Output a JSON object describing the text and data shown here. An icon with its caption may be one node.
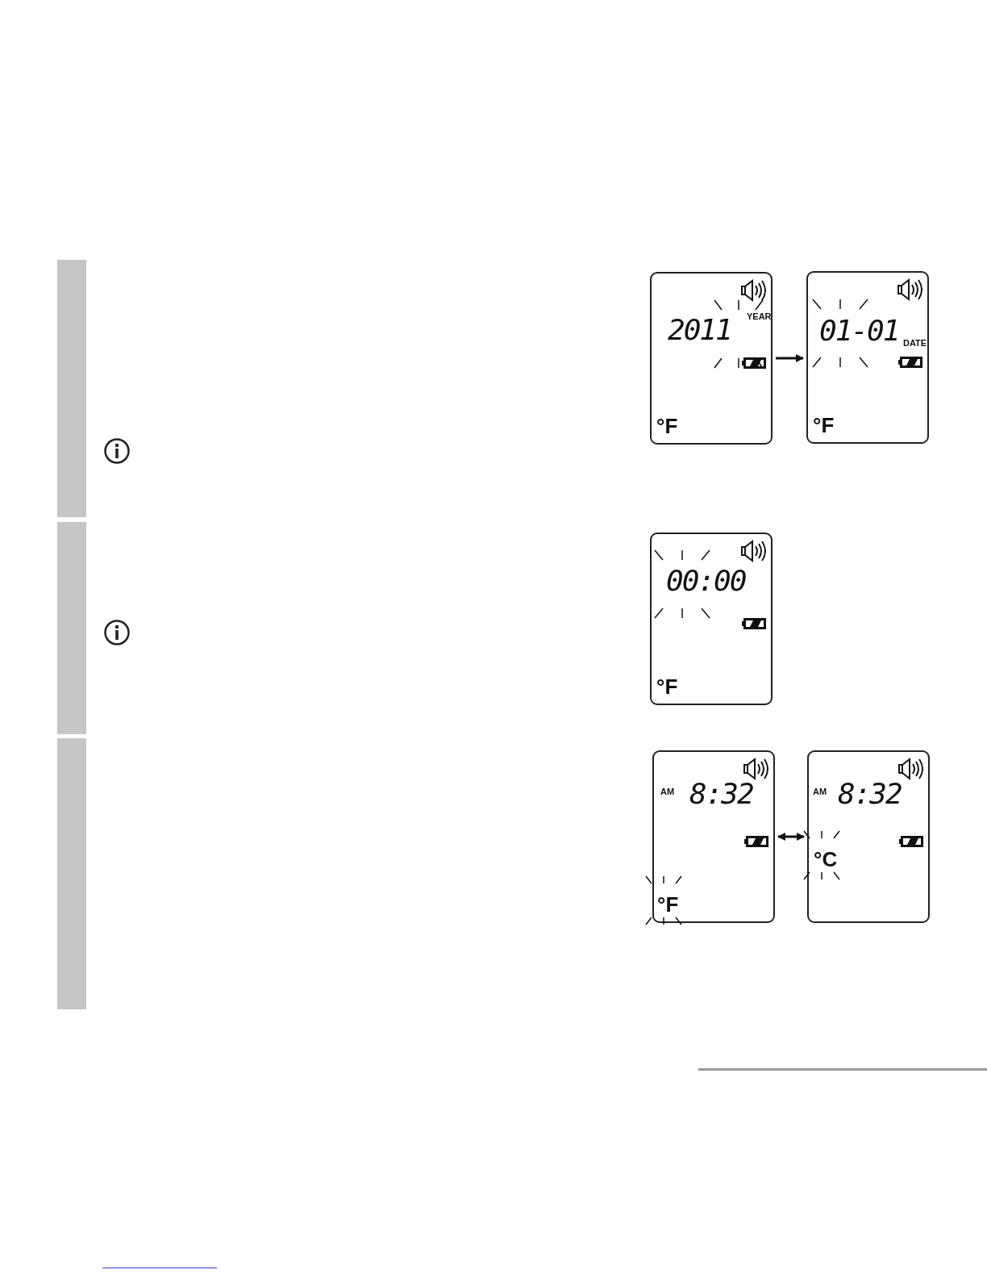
{
  "diagram": {
    "nodes": [
      {
        "text": [
          "2011",
          "YEAR",
          "°F"
        ]
      },
      {
        "text": [
          "01-01",
          "DATE",
          "°F"
        ]
      },
      {
        "text": [
          "00:00",
          "°F"
        ]
      },
      {
        "text": [
          "AM",
          "8:32",
          "°F"
        ]
      },
      {
        "text": [
          "AM",
          "8:32",
          "°C"
        ]
      },
      {
        "text": [],
        "shape": "bar"
      },
      {
        "text": [],
        "shape": "bar"
      },
      {
        "text": [],
        "shape": "bar"
      }
    ],
    "edges": [
      {
        "from": 0,
        "to": 1,
        "arrow": "to"
      },
      {
        "from": 3,
        "to": 4,
        "arrow": "both"
      }
    ]
  }
}
